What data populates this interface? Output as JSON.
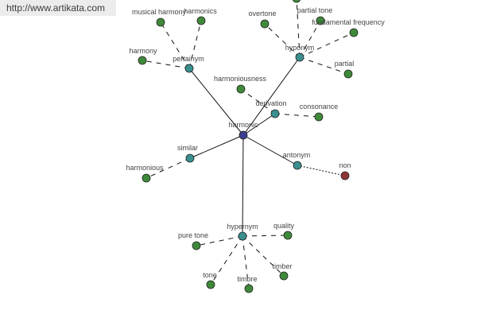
{
  "header": {
    "url": "http://www.artikata.com"
  },
  "colors": {
    "center": "#3c3f8f",
    "relation": "#3a8f8f",
    "leaf": "#3f8a3a",
    "antonym_leaf": "#8f3535",
    "node_stroke": "#222222"
  },
  "nodes": [
    {
      "id": "harmonic",
      "label": "harmonic",
      "kind": "center"
    },
    {
      "id": "pertainym",
      "label": "pertainym",
      "kind": "relation"
    },
    {
      "id": "musical-harmony",
      "label": "musical harmony",
      "kind": "leaf"
    },
    {
      "id": "harmonics",
      "label": "harmonics",
      "kind": "leaf"
    },
    {
      "id": "harmony",
      "label": "harmony",
      "kind": "leaf"
    },
    {
      "id": "hyponym",
      "label": "hyponym",
      "kind": "relation"
    },
    {
      "id": "overtone",
      "label": "overtone",
      "kind": "leaf"
    },
    {
      "id": "partial-tone",
      "label": "partial tone",
      "kind": "leaf"
    },
    {
      "id": "offscreen",
      "label": "",
      "kind": "leaf"
    },
    {
      "id": "fundamental-frequency",
      "label": "fundamental frequency",
      "kind": "leaf"
    },
    {
      "id": "partial",
      "label": "partial",
      "kind": "leaf"
    },
    {
      "id": "derivation",
      "label": "derivation",
      "kind": "relation"
    },
    {
      "id": "harmoniousness",
      "label": "harmoniousness",
      "kind": "leaf"
    },
    {
      "id": "consonance",
      "label": "consonance",
      "kind": "leaf"
    },
    {
      "id": "similar",
      "label": "similar",
      "kind": "relation"
    },
    {
      "id": "harmonious",
      "label": "harmonious",
      "kind": "leaf"
    },
    {
      "id": "antonym",
      "label": "antonym",
      "kind": "relation"
    },
    {
      "id": "non",
      "label": "non",
      "kind": "antonym_leaf"
    },
    {
      "id": "hypernym",
      "label": "hypernym",
      "kind": "relation"
    },
    {
      "id": "quality",
      "label": "quality",
      "kind": "leaf"
    },
    {
      "id": "pure-tone",
      "label": "pure tone",
      "kind": "leaf"
    },
    {
      "id": "tone",
      "label": "tone",
      "kind": "leaf"
    },
    {
      "id": "timbre",
      "label": "timbre",
      "kind": "leaf"
    },
    {
      "id": "timber",
      "label": "timber",
      "kind": "leaf"
    }
  ],
  "edges": [
    {
      "from": "harmonic",
      "to": "pertainym",
      "style": "solid"
    },
    {
      "from": "harmonic",
      "to": "hyponym",
      "style": "solid"
    },
    {
      "from": "harmonic",
      "to": "derivation",
      "style": "solid"
    },
    {
      "from": "harmonic",
      "to": "similar",
      "style": "solid"
    },
    {
      "from": "harmonic",
      "to": "antonym",
      "style": "solid"
    },
    {
      "from": "harmonic",
      "to": "hypernym",
      "style": "solid"
    },
    {
      "from": "pertainym",
      "to": "musical-harmony",
      "style": "dashed"
    },
    {
      "from": "pertainym",
      "to": "harmonics",
      "style": "dashed"
    },
    {
      "from": "pertainym",
      "to": "harmony",
      "style": "dashed"
    },
    {
      "from": "hyponym",
      "to": "overtone",
      "style": "dashed"
    },
    {
      "from": "hyponym",
      "to": "partial-tone",
      "style": "dashed"
    },
    {
      "from": "hyponym",
      "to": "offscreen",
      "style": "dashed"
    },
    {
      "from": "hyponym",
      "to": "fundamental-frequency",
      "style": "dashed"
    },
    {
      "from": "hyponym",
      "to": "partial",
      "style": "dashed"
    },
    {
      "from": "derivation",
      "to": "harmoniousness",
      "style": "dashed"
    },
    {
      "from": "derivation",
      "to": "consonance",
      "style": "dashed"
    },
    {
      "from": "similar",
      "to": "harmonious",
      "style": "dashed"
    },
    {
      "from": "antonym",
      "to": "non",
      "style": "dotted"
    },
    {
      "from": "hypernym",
      "to": "quality",
      "style": "dashed"
    },
    {
      "from": "hypernym",
      "to": "pure-tone",
      "style": "dashed"
    },
    {
      "from": "hypernym",
      "to": "tone",
      "style": "dashed"
    },
    {
      "from": "hypernym",
      "to": "timbre",
      "style": "dashed"
    },
    {
      "from": "hypernym",
      "to": "timber",
      "style": "dashed"
    }
  ]
}
